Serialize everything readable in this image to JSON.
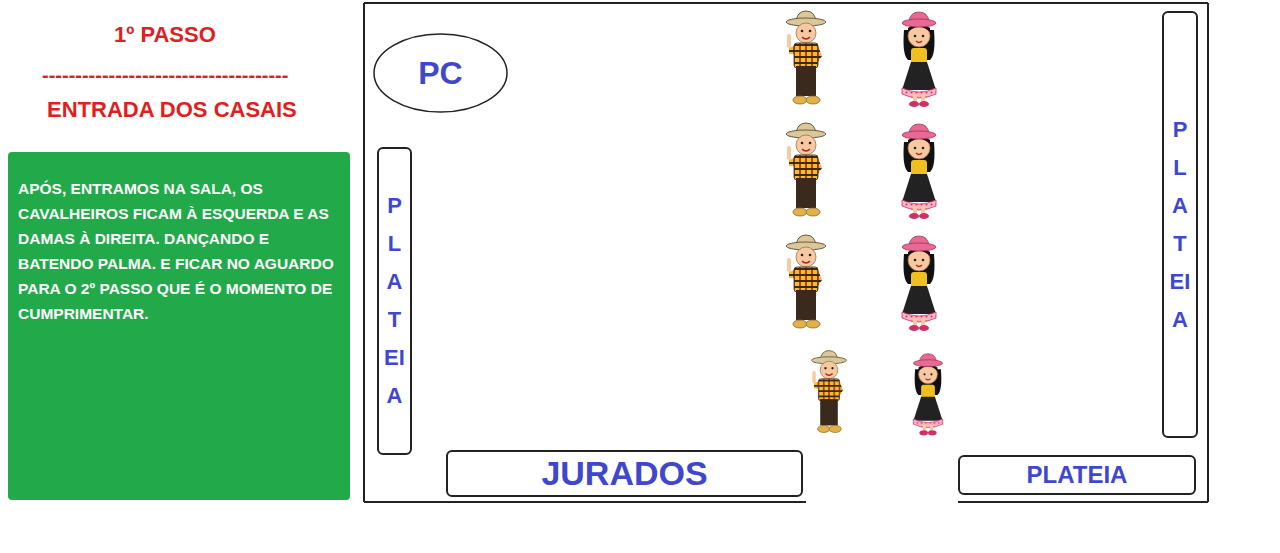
{
  "diagram": {
    "title": "1º PASSO",
    "nodes": [
      {
        "text": [
          "APÓS, ENTRAMOS NA SALA, OS CAVALHEIROS FICAM À ESQUERDA E AS DAMAS À DIREITA. DANÇANDO E BATENDO PALMA. E FICAR NO AGUARDO PARA O 2º PASSO QUE É O MOMENTO DE CUMPRIMENTAR."
        ]
      },
      {
        "text": [
          "PC"
        ]
      },
      {
        "text": [
          "PLATEIA"
        ]
      },
      {
        "text": [
          "PLATEIA"
        ]
      },
      {
        "text": [
          "JURADOS"
        ]
      },
      {
        "text": [
          "PLATEIA"
        ]
      }
    ],
    "labels": [
      "-------------------------------------",
      "ENTRADA DOS CASAIS"
    ]
  }
}
